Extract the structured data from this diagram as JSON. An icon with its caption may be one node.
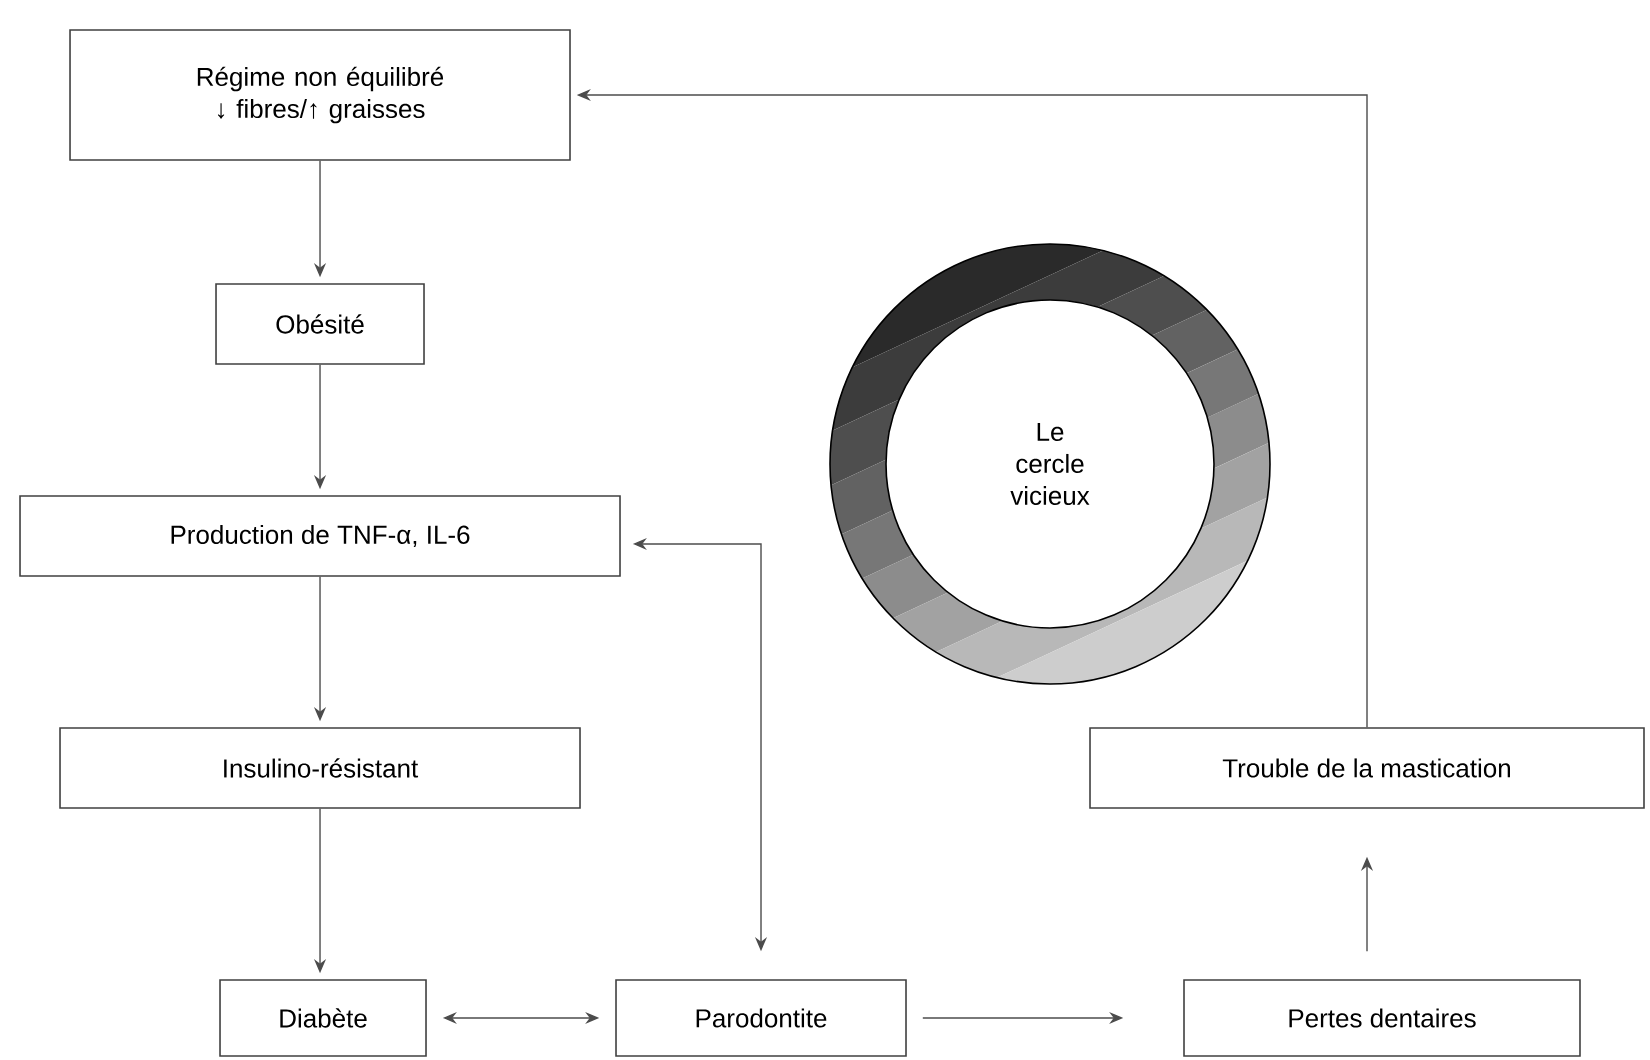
{
  "diagram": {
    "nodes": [
      {
        "text": [
          "Régime non équilibré ↓ fibres/↑ graisses"
        ]
      },
      {
        "text": [
          "Obésité"
        ]
      },
      {
        "text": [
          "Production de TNF-α, IL-6"
        ]
      },
      {
        "text": [
          "Insulino-résistant"
        ]
      },
      {
        "text": [
          "Diabète"
        ]
      },
      {
        "text": [
          "Parodontite"
        ]
      },
      {
        "text": [
          "Pertes dentaires"
        ]
      },
      {
        "text": [
          "Trouble de la mastication"
        ]
      },
      {
        "text": [
          "Le cercle vicieux"
        ]
      }
    ],
    "edges": [
      {
        "from": 0,
        "to": 1,
        "arrow": "to"
      },
      {
        "from": 1,
        "to": 2,
        "arrow": "to"
      },
      {
        "from": 2,
        "to": 3,
        "arrow": "to"
      },
      {
        "from": 3,
        "to": 4,
        "arrow": "to"
      },
      {
        "from": 4,
        "to": 5,
        "arrow": "both"
      },
      {
        "from": 2,
        "to": 5,
        "arrow": "both"
      },
      {
        "from": 5,
        "to": 6,
        "arrow": "to"
      },
      {
        "from": 6,
        "to": 7,
        "arrow": "to"
      },
      {
        "from": 7,
        "to": 0,
        "arrow": "to"
      }
    ]
  }
}
